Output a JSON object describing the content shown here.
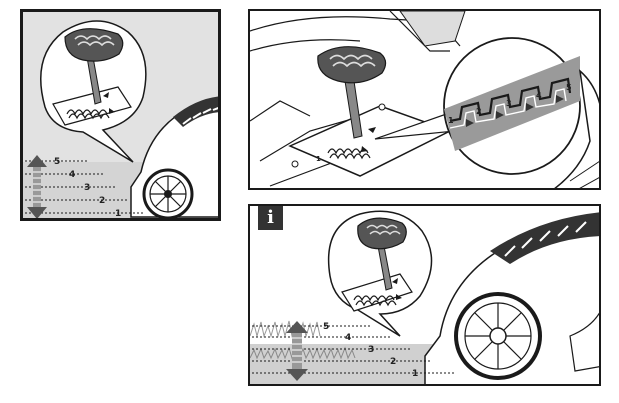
{
  "height_levels": [
    "1",
    "2",
    "3",
    "4",
    "5"
  ],
  "gate_slots": [
    "1",
    "2",
    "3",
    "4",
    "5"
  ],
  "info_symbol": "i",
  "colors": {
    "grass_grey": "#c9c9c9",
    "line": "#1a1a1a",
    "knob": "#555555",
    "callout_band": "#9a9a9a",
    "info_badge": "#333333"
  },
  "icons": [
    "height-adjust-arrow-icon",
    "wheel-icon",
    "lever-knob-icon",
    "info-icon"
  ]
}
